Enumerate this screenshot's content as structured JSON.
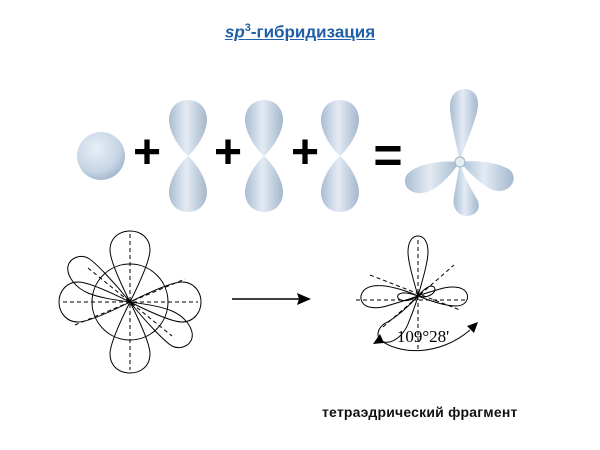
{
  "title": {
    "prefix": "sp",
    "superscript": "3",
    "suffix": "-гибридизация"
  },
  "equation": {
    "plus": "+",
    "equals": "="
  },
  "angle_label": "109°28'",
  "caption": "тетраэдрический фрагмент",
  "colors": {
    "title": "#1f5fa8",
    "orbital_fill": "#c9d7e6",
    "orbital_shade": "#9fb3c9",
    "line": "#000000"
  }
}
